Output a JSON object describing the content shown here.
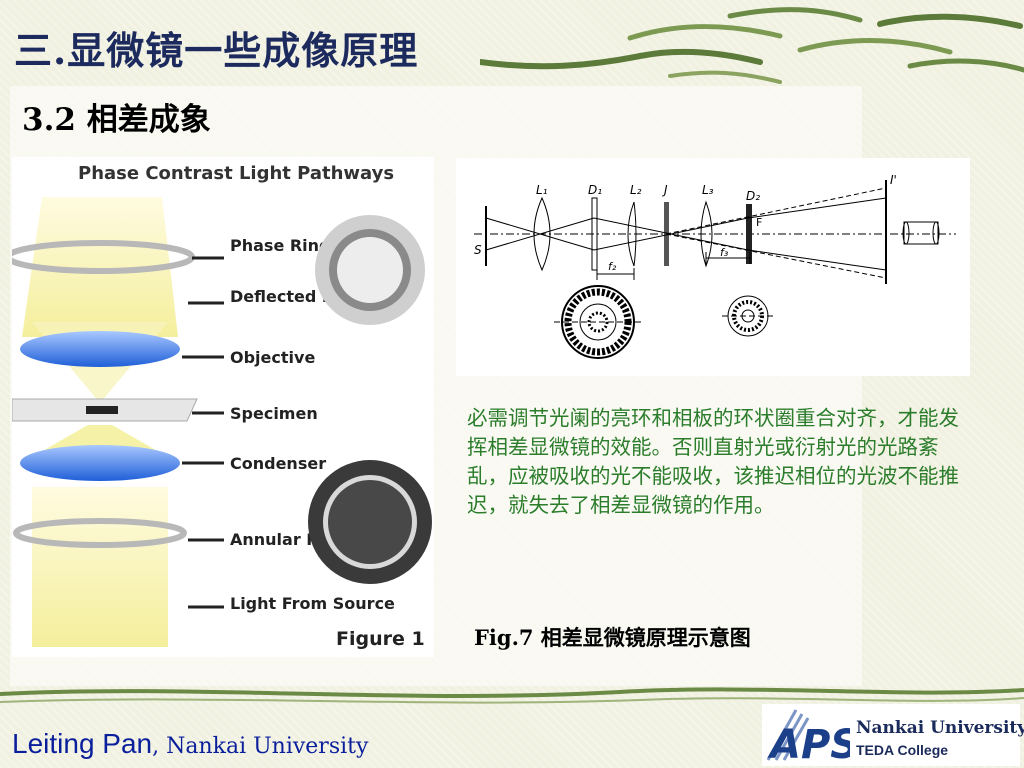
{
  "slide": {
    "title": "三.显微镜一些成像原理",
    "subtitle": "3.2 相差成象",
    "description": "必需调节光阑的亮环和相板的环状圈重合对齐，才能发挥相差显微镜的效能。否则直射光或衍射光的光路紊乱，应被吸收的光不能吸收，该推迟相位的光波不能推迟，就失去了相差显微镜的作用。",
    "caption": "Fig.7 相差显微镜原理示意图",
    "text_color": "#2b7d2b",
    "title_color": "#1c2a5e"
  },
  "figure_left": {
    "heading": "Phase Contrast Light Pathways",
    "labels": [
      "Phase Ring",
      "Deflected Light",
      "Objective",
      "Specimen",
      "Condenser",
      "Annular Ring",
      "Light From Source"
    ],
    "figure_label": "Figure 1"
  },
  "figure_right": {
    "labels": [
      "L₁",
      "D₁",
      "L₂",
      "J",
      "L₃",
      "D₂",
      "I'",
      "S",
      "F",
      "f₂",
      "f₃"
    ]
  },
  "footer": {
    "author_name": "Leiting Pan",
    "author_affiliation": ", Nankai University",
    "logo_text": "APS",
    "logo_university": "Nankai University",
    "logo_college": "TEDA College"
  }
}
